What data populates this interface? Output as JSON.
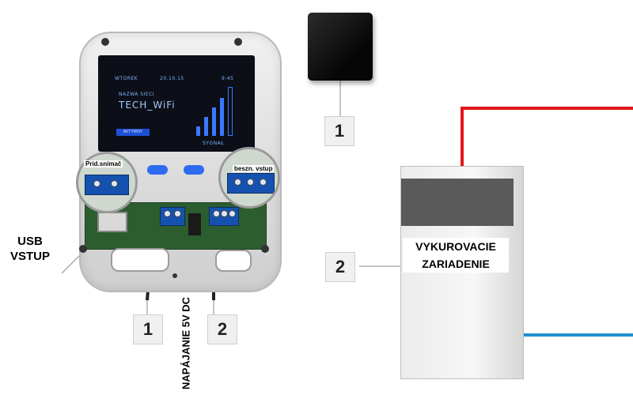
{
  "controller": {
    "screen": {
      "day": "WTOREK",
      "date": "20.10.15",
      "time": "9:45",
      "network_caption": "NAZWA SIECI",
      "network_name": "TECH_WiFi",
      "status_badge": "AKTYWNY",
      "signal_caption": "SYGNAŁ",
      "signal_level": 4
    },
    "left_terminal_label": "Prid.snímač",
    "right_terminal_label": "beszn. vstup"
  },
  "labels": {
    "usb_input": [
      "USB",
      "VSTUP"
    ],
    "power": "NAPÁJANIE 5V DC",
    "heating_device": [
      "VYKUROVACIE",
      "ZARIADENIE"
    ]
  },
  "callouts": {
    "controller_terminal_1": "1",
    "controller_terminal_2": "2",
    "room_sensor": "1",
    "heating_device": "2"
  },
  "colors": {
    "supply_pipe": "#e3161b",
    "return_pipe": "#1e8ed0",
    "screen_accent": "#3b78ff"
  }
}
